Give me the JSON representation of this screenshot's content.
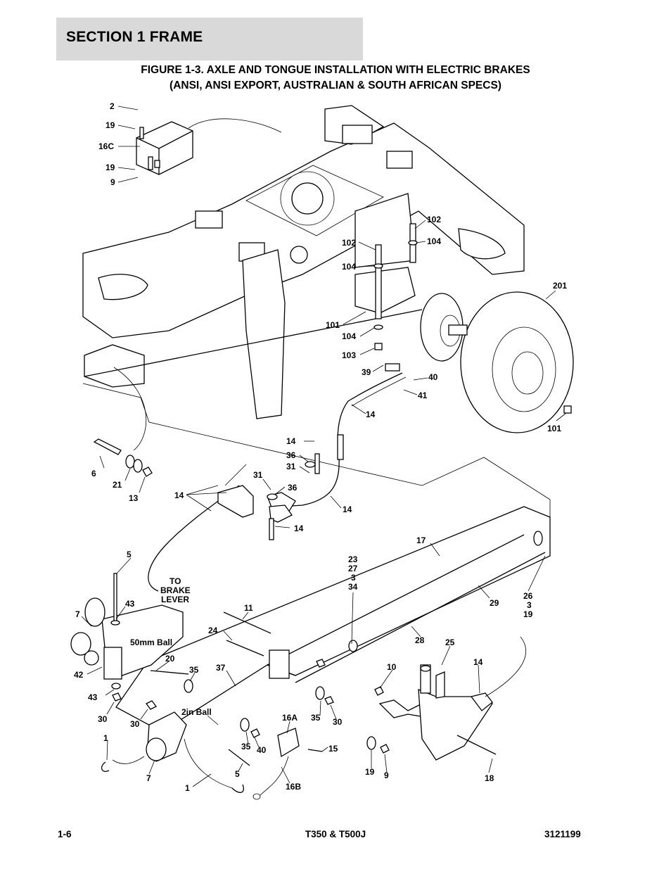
{
  "section": {
    "title": "SECTION 1  FRAME"
  },
  "figure": {
    "title_line1": "FIGURE 1-3. AXLE AND TONGUE INSTALLATION WITH ELECTRIC BRAKES",
    "title_line2": "(ANSI, ANSI EXPORT, AUSTRALIAN & SOUTH AFRICAN SPECS)"
  },
  "callouts": {
    "c2": "2",
    "c19a": "19",
    "c16c": "16C",
    "c19b": "19",
    "c9a": "9",
    "c102a": "102",
    "c104a": "104",
    "c102b": "102",
    "c104b": "104",
    "c201": "201",
    "c101a": "101",
    "c104c": "104",
    "c103": "103",
    "c39": "39",
    "c40a": "40",
    "c41": "41",
    "c14a": "14",
    "c101b": "101",
    "c6": "6",
    "c21": "21",
    "c13": "13",
    "c14b": "14",
    "c36a": "36",
    "c31a": "31",
    "c31b": "31",
    "c36b": "36",
    "c14c": "14",
    "c14d": "14",
    "c14e": "14",
    "c17": "17",
    "c5a": "5",
    "c23": "23",
    "c27": "27",
    "c3a": "3",
    "c34": "34",
    "to": "TO",
    "brake": "BRAKE",
    "lever": "LEVER",
    "c43a": "43",
    "c11": "11",
    "c7a": "7",
    "c29": "29",
    "c26": "26",
    "c3b": "3",
    "c19c": "19",
    "ball50": "50mm Ball",
    "c24": "24",
    "c28": "28",
    "c25": "25",
    "c20": "20",
    "c14f": "14",
    "c42": "42",
    "c35a": "35",
    "c37": "37",
    "c10": "10",
    "c43b": "43",
    "c30a": "30",
    "c30b": "30",
    "ball2": "2in Ball",
    "c16a": "16A",
    "c35b": "35",
    "c30c": "30",
    "c1a": "1",
    "c35c": "35",
    "c40b": "40",
    "c15": "15",
    "c7b": "7",
    "c5b": "5",
    "c19d": "19",
    "c9b": "9",
    "c18": "18",
    "c1b": "1",
    "c16b": "16B"
  },
  "footer": {
    "page": "1-6",
    "model": "T350 & T500J",
    "doc_number": "3121199"
  }
}
